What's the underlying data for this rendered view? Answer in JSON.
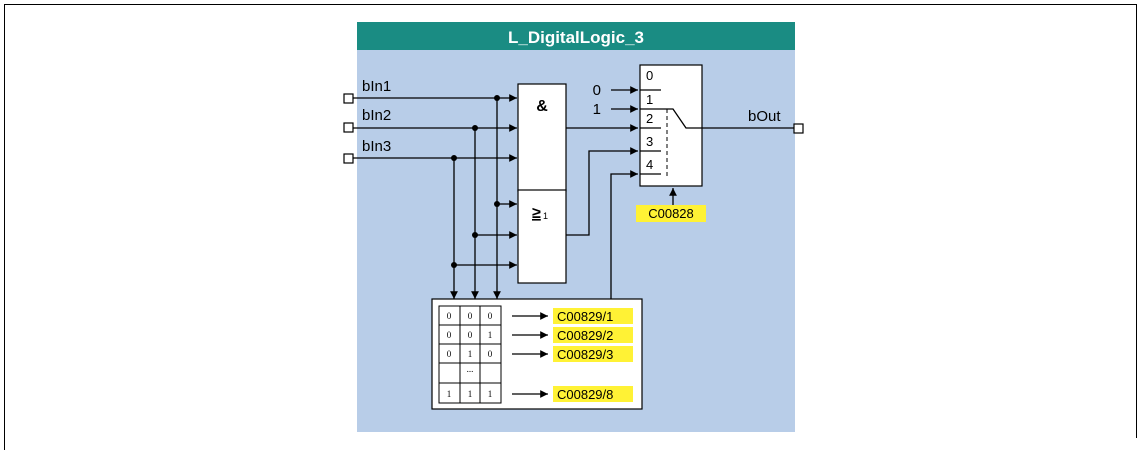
{
  "block": {
    "title": "L_DigitalLogic_3",
    "colors": {
      "header": "#1a8c83",
      "body": "#b8cde8",
      "code_highlight": "#fff235"
    }
  },
  "inputs": [
    {
      "label": "bIn1"
    },
    {
      "label": "bIn2"
    },
    {
      "label": "bIn3"
    }
  ],
  "output": {
    "label": "bOut"
  },
  "gates": {
    "and_symbol": "&",
    "or_symbol": "≥",
    "or_subscript": "1"
  },
  "selector": {
    "positions": [
      "0",
      "1",
      "2",
      "3",
      "4"
    ],
    "const_inputs": [
      "0",
      "1"
    ],
    "code": "C00828"
  },
  "truth_table": {
    "rows": [
      {
        "bits": [
          "0",
          "0",
          "0"
        ],
        "code": "C00829/1"
      },
      {
        "bits": [
          "0",
          "0",
          "1"
        ],
        "code": "C00829/2"
      },
      {
        "bits": [
          "0",
          "1",
          "0"
        ],
        "code": "C00829/3"
      },
      {
        "bits": [
          "...",
          "",
          ""
        ],
        "code": ""
      },
      {
        "bits": [
          "1",
          "1",
          "1"
        ],
        "code": "C00829/8"
      }
    ]
  }
}
